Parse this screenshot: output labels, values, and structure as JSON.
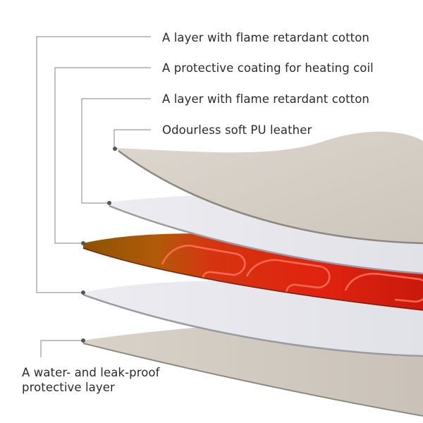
{
  "labels": {
    "layer_top_cotton": "A layer with flame retardant cotton",
    "coating_heating_coil": "A protective coating for heating coil",
    "layer_mid_cotton": "A layer with flame retardant cotton",
    "pu_leather": "Odourless soft PU leather",
    "bottom_line1": "A water- and leak-proof",
    "bottom_line2": "protective layer"
  },
  "colors": {
    "leather": "#d3ccc3",
    "leather_edge": "#8e8780",
    "white_layer": "#e7e7ed",
    "white_edge": "#9a9aa2",
    "heating_dark": "#9a5a00",
    "heating_red": "#e0200e",
    "coil": "#ff6a52",
    "bottom_layer": "#d2cbc2",
    "leader_line": "#9a9a9a",
    "dot": "#555555"
  }
}
